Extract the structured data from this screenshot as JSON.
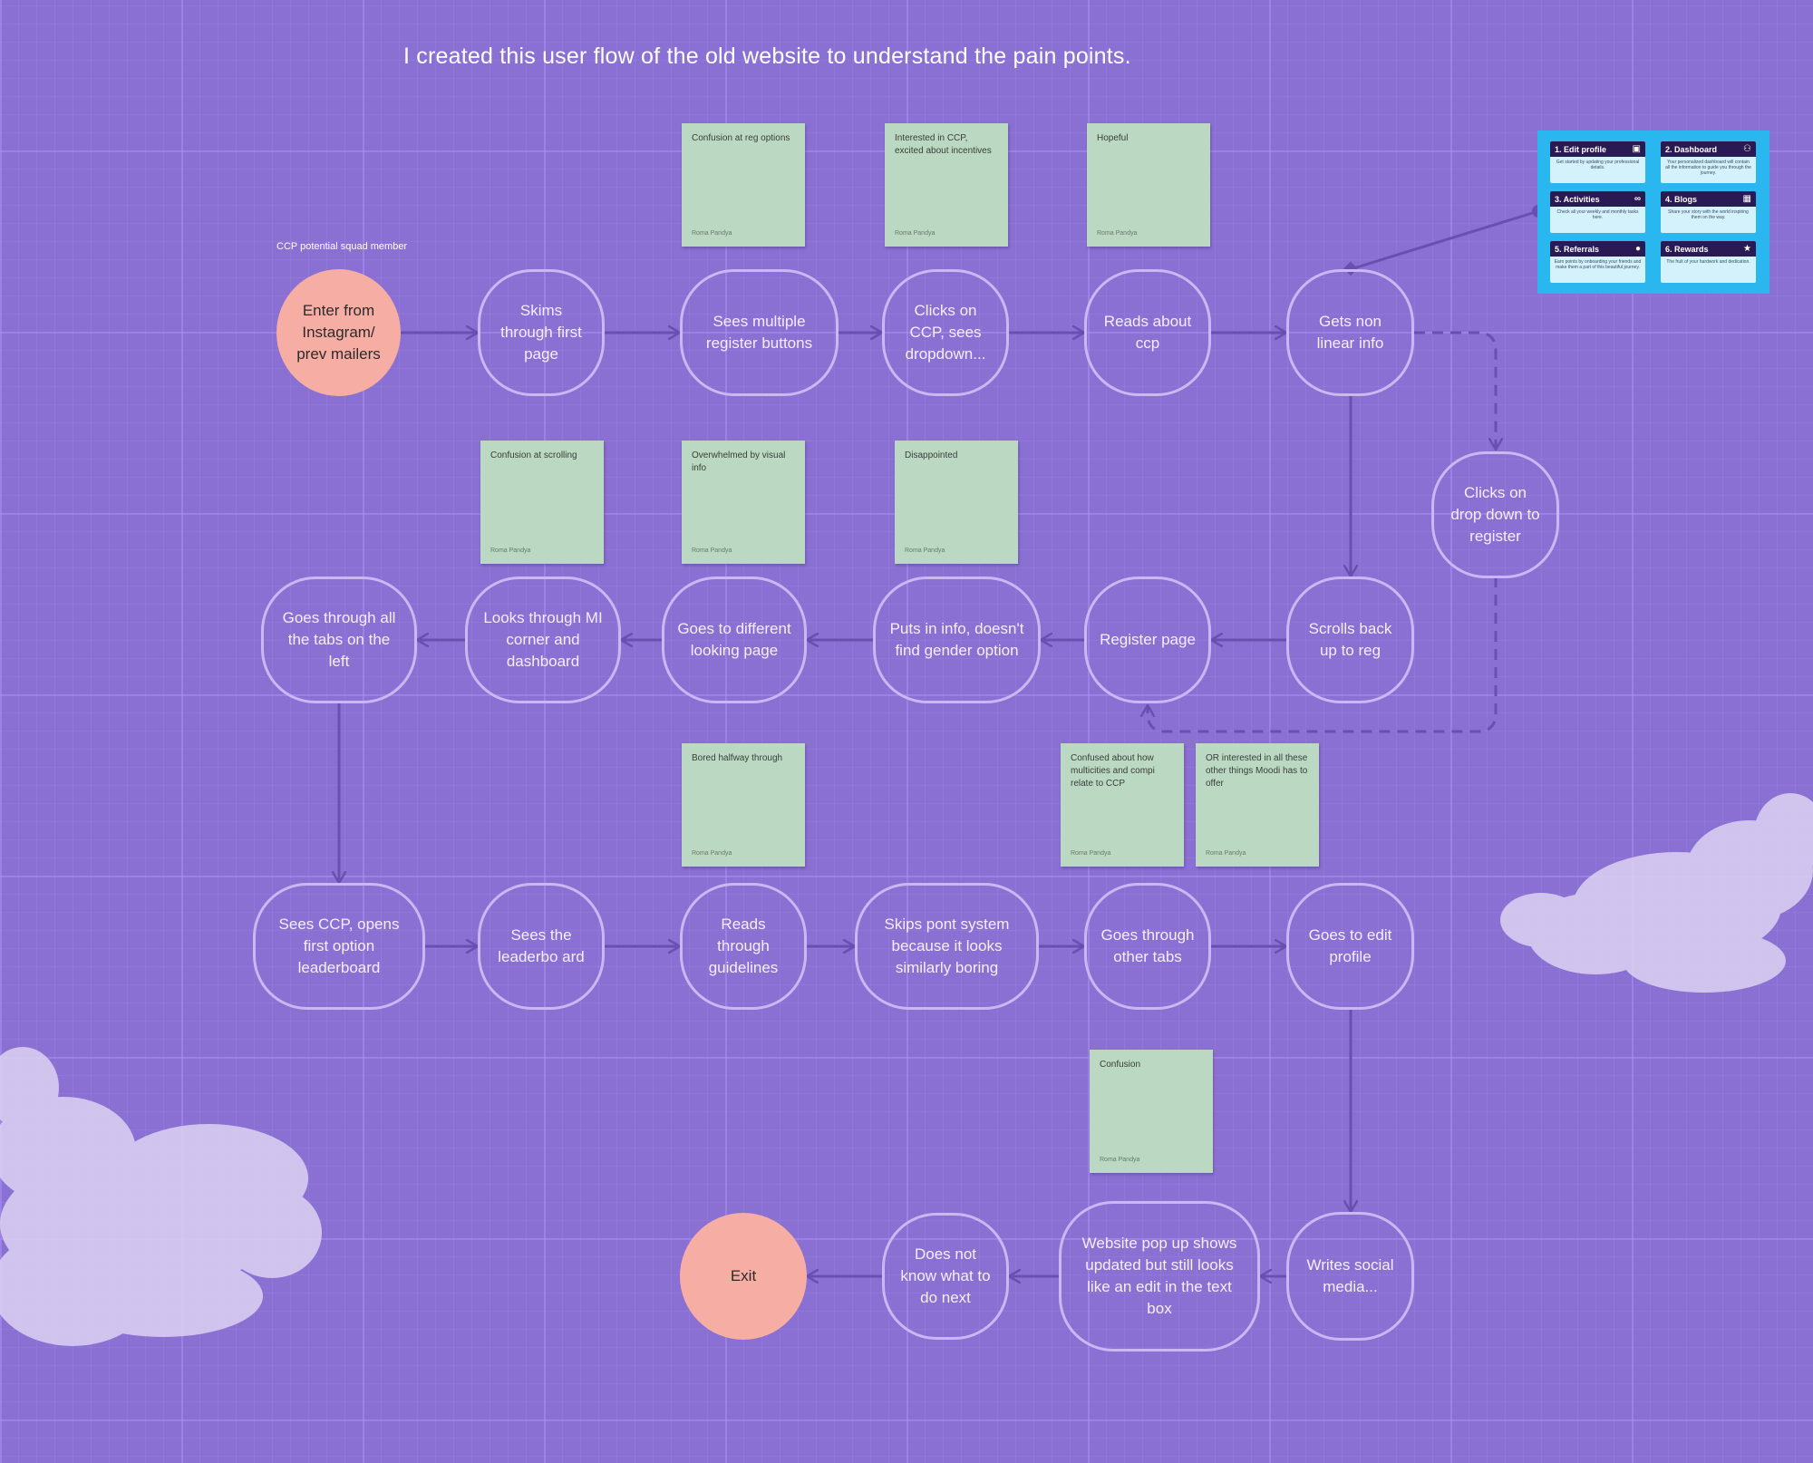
{
  "title": "I created this user flow of the old website to understand the pain points.",
  "persona": "CCP potential squad member",
  "nodes": {
    "n1": "Enter from Instagram/ prev mailers",
    "n2": "Skims through first page",
    "n3": "Sees multiple register buttons",
    "n4": "Clicks on CCP, sees dropdown...",
    "n5": "Reads about ccp",
    "n6": "Gets non linear info",
    "n7": "Clicks on drop down to register",
    "n8": "Scrolls back up to reg",
    "n9": "Register page",
    "n10": "Puts in info, doesn't find gender option",
    "n11": "Goes to different looking page",
    "n12": "Looks through MI corner and dashboard",
    "n13": "Goes through all the tabs on the left",
    "n14": "Sees CCP, opens first option leaderboard",
    "n15": "Sees the leaderbo ard",
    "n16": "Reads through guidelines",
    "n17": "Skips pont system because it looks similarly boring",
    "n18": "Goes through other tabs",
    "n19": "Goes to edit profile",
    "n20": "Writes social media...",
    "n21": "Website pop up shows updated but still looks like an edit in the text box",
    "n22": "Does not know what to do next",
    "n23": "Exit"
  },
  "stickies": {
    "s1": {
      "text": "Confusion at reg options",
      "author": "Roma Pandya"
    },
    "s2": {
      "text": "Interested in CCP, excited about incentives",
      "author": "Roma Pandya"
    },
    "s3": {
      "text": "Hopeful",
      "author": "Roma Pandya"
    },
    "s4": {
      "text": "Confusion at scrolling",
      "author": "Roma Pandya"
    },
    "s5": {
      "text": "Overwhelmed by visual info",
      "author": "Roma Pandya"
    },
    "s6": {
      "text": "Disappointed",
      "author": "Roma Pandya"
    },
    "s7": {
      "text": "Bored halfway through",
      "author": "Roma Pandya"
    },
    "s8": {
      "text": "Confused about how multicities and compi relate to CCP",
      "author": "Roma Pandya"
    },
    "s9": {
      "text": "OR interested in all these other things Moodi has to offer",
      "author": "Roma Pandya"
    },
    "s10": {
      "text": "Confusion",
      "author": "Roma Pandya"
    }
  },
  "dashboard": {
    "cards": [
      {
        "title": "1. Edit profile",
        "icon": "profile-card-icon",
        "glyph": "▣",
        "desc": "Get started by updating your professional details."
      },
      {
        "title": "2. Dashboard",
        "icon": "team-icon",
        "glyph": "⚇",
        "desc": "Your personalized dashboard will contain all the information to guide you through the journey."
      },
      {
        "title": "3. Activities",
        "icon": "link-icon",
        "glyph": "∞",
        "desc": "Check all your weekly and monthly tasks here."
      },
      {
        "title": "4. Blogs",
        "icon": "grid-icon",
        "glyph": "▦",
        "desc": "Share your story with the world inspiring them on the way."
      },
      {
        "title": "5. Referrals",
        "icon": "chat-bubble-icon",
        "glyph": "●",
        "desc": "Earn points by onboarding your friends and make them a part of this beautiful journey."
      },
      {
        "title": "6. Rewards",
        "icon": "trophy-icon",
        "glyph": "★",
        "desc": "The fruit of your hardwork and dedication."
      }
    ]
  },
  "colors": {
    "background": "#8a70d2",
    "node_border": "#c9b8f4",
    "terminal_fill": "#f6aea4",
    "sticky_fill": "#bad8c2",
    "connector": "#6a4fb0",
    "dashboard_bg": "#2ab6ee"
  }
}
